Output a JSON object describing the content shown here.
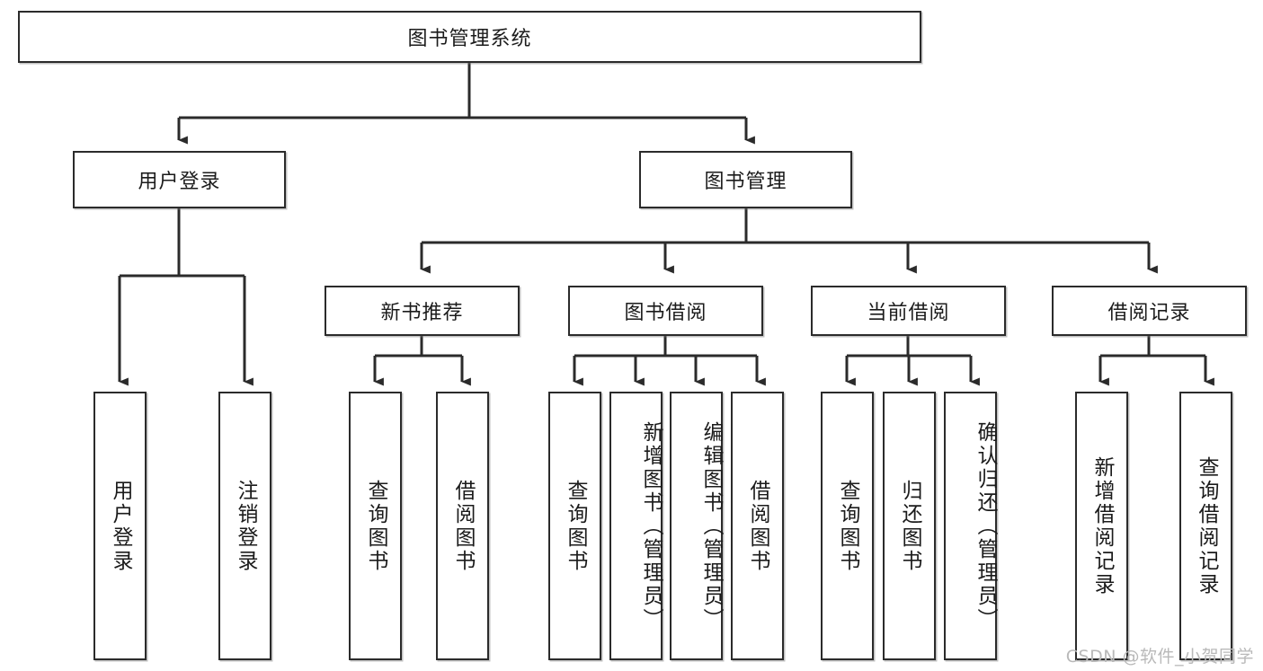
{
  "diagram": {
    "type": "tree",
    "title": "图书管理系统",
    "orientation": "top-down",
    "root": {
      "id": "root",
      "label": "图书管理系统",
      "orientation": "horizontal"
    },
    "level2": [
      {
        "id": "user-login",
        "label": "用户登录",
        "orientation": "horizontal"
      },
      {
        "id": "book-management",
        "label": "图书管理",
        "orientation": "horizontal"
      }
    ],
    "level3": [
      {
        "id": "new-book-recommend",
        "label": "新书推荐",
        "orientation": "horizontal",
        "parent": "book-management"
      },
      {
        "id": "book-borrow",
        "label": "图书借阅",
        "orientation": "horizontal",
        "parent": "book-management"
      },
      {
        "id": "current-borrow",
        "label": "当前借阅",
        "orientation": "horizontal",
        "parent": "book-management"
      },
      {
        "id": "borrow-record",
        "label": "借阅记录",
        "orientation": "horizontal",
        "parent": "book-management"
      }
    ],
    "leaves": [
      {
        "id": "leaf-user-login",
        "label": "用户登录",
        "orientation": "vertical",
        "parent": "user-login"
      },
      {
        "id": "leaf-user-logout",
        "label": "注销登录",
        "orientation": "vertical",
        "parent": "user-login"
      },
      {
        "id": "leaf-query-book-1",
        "label": "查询图书",
        "orientation": "vertical",
        "parent": "new-book-recommend"
      },
      {
        "id": "leaf-borrow-book-1",
        "label": "借阅图书",
        "orientation": "vertical",
        "parent": "new-book-recommend"
      },
      {
        "id": "leaf-query-book-2",
        "label": "查询图书",
        "orientation": "vertical",
        "parent": "book-borrow"
      },
      {
        "id": "leaf-add-book",
        "label": "新增图书（管理员）",
        "orientation": "vertical",
        "parent": "book-borrow"
      },
      {
        "id": "leaf-edit-book",
        "label": "编辑图书（管理员）",
        "orientation": "vertical",
        "parent": "book-borrow"
      },
      {
        "id": "leaf-borrow-book-2",
        "label": "借阅图书",
        "orientation": "vertical",
        "parent": "book-borrow"
      },
      {
        "id": "leaf-query-book-3",
        "label": "查询图书",
        "orientation": "vertical",
        "parent": "current-borrow"
      },
      {
        "id": "leaf-return-book",
        "label": "归还图书",
        "orientation": "vertical",
        "parent": "current-borrow"
      },
      {
        "id": "leaf-confirm-return",
        "label": "确认归还（管理员）",
        "orientation": "vertical",
        "parent": "current-borrow"
      },
      {
        "id": "leaf-add-record",
        "label": "新增借阅记录",
        "orientation": "vertical",
        "parent": "borrow-record"
      },
      {
        "id": "leaf-query-record",
        "label": "查询借阅记录",
        "orientation": "vertical",
        "parent": "borrow-record"
      }
    ],
    "colors": {
      "stroke": "#2b2b2b",
      "fill": "#ffffff",
      "text": "#1b1b1b",
      "watermark": "#b9b9b9"
    }
  },
  "watermark": {
    "text": "CSDN @软件_小贺同学"
  }
}
